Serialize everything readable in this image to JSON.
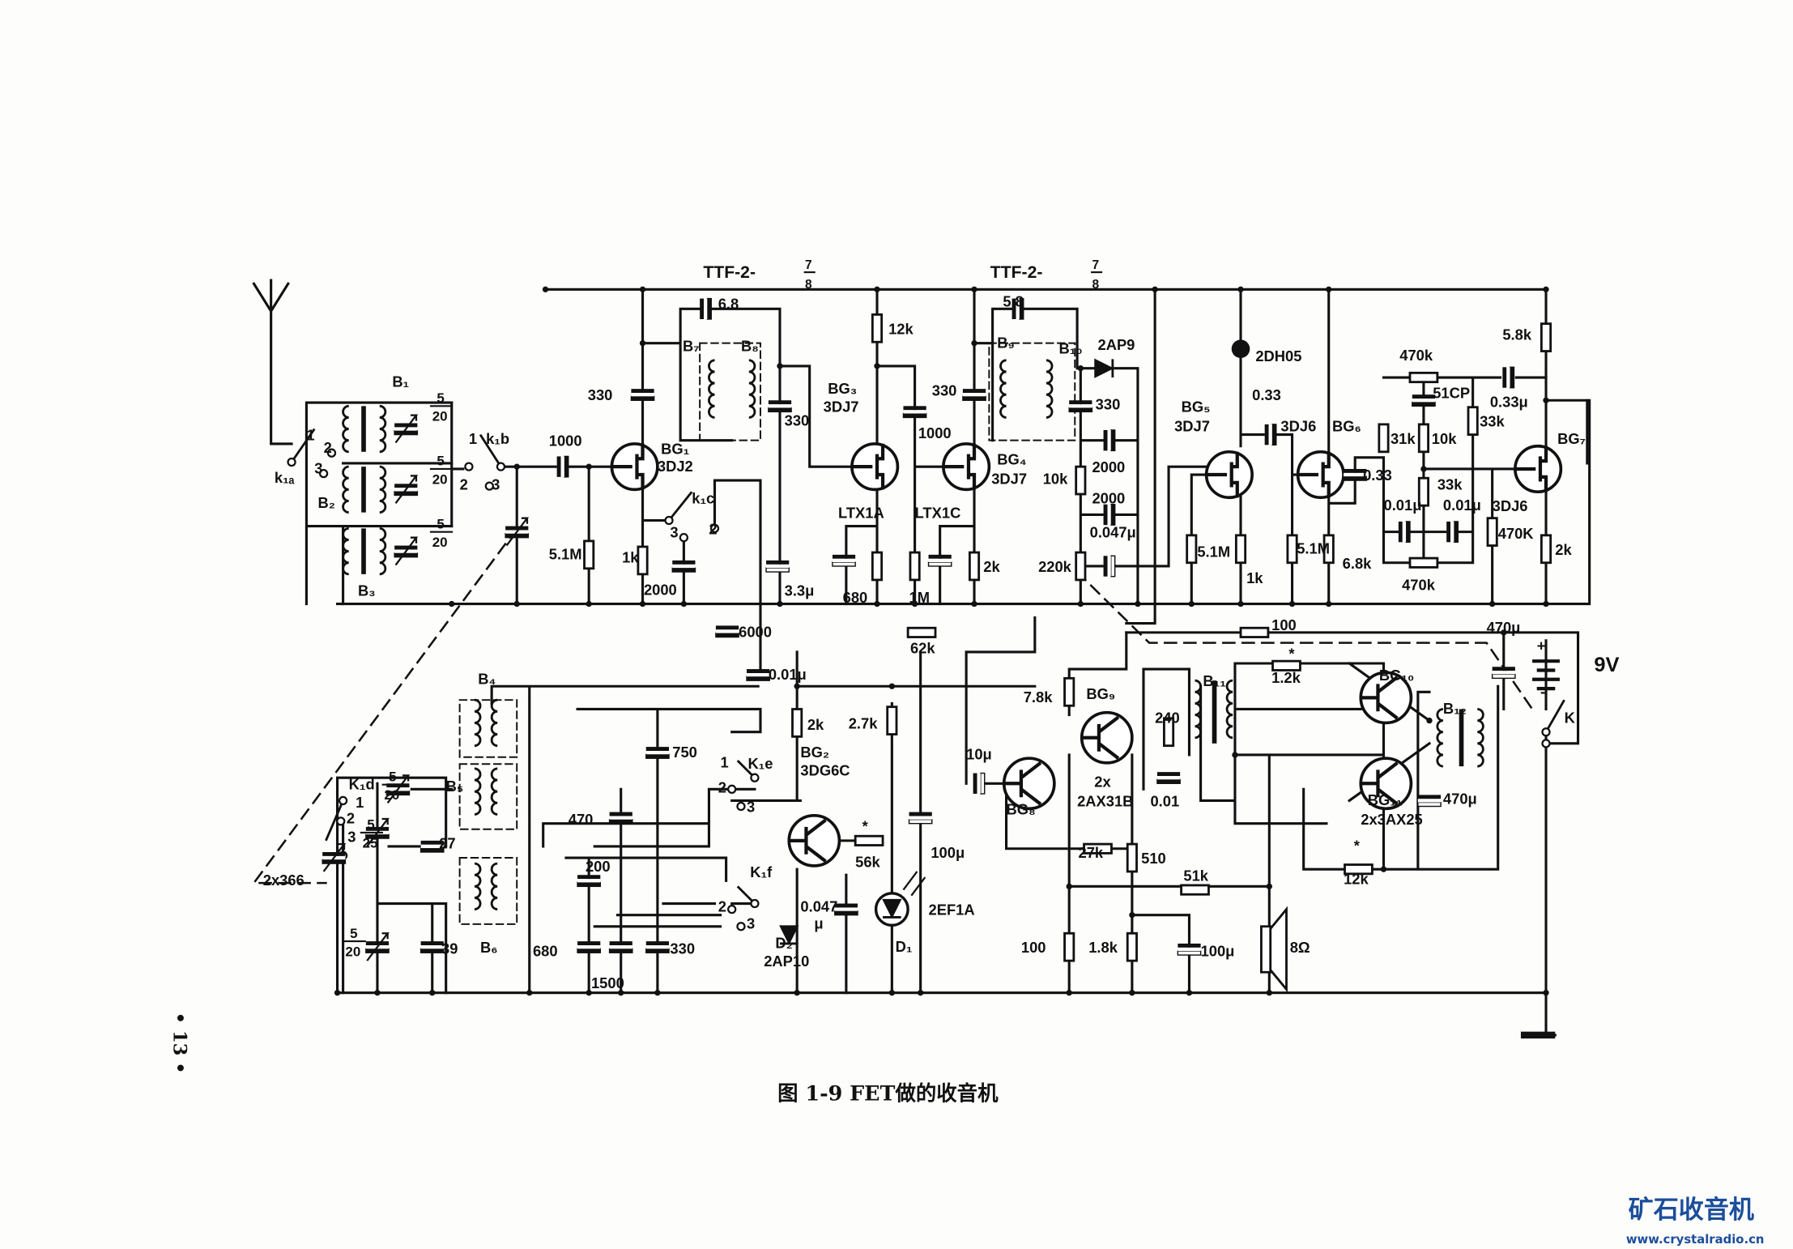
{
  "title": {
    "ttf_prefix_1": "TTF-2-",
    "ttf_num_1": "7",
    "ttf_den_1": "8",
    "ttf_prefix_2": "TTF-2-",
    "ttf_num_2": "7",
    "ttf_den_2": "8"
  },
  "caption": "图 1-9  FET做的收音机",
  "page_number": "• 13 •",
  "watermark": {
    "name": "矿石收音机",
    "url": "www.crystalradio.cn"
  },
  "fractions": [
    {
      "num": "5",
      "den": "20"
    },
    {
      "num": "5",
      "den": "20"
    },
    {
      "num": "5",
      "den": "20"
    },
    {
      "num": "5",
      "den": "20"
    },
    {
      "num": "5",
      "den": "25"
    },
    {
      "num": "5",
      "den": "20"
    }
  ],
  "labels": {
    "b1": "B₁",
    "b2": "B₂",
    "b3": "B₃",
    "k1a": "k₁ₐ",
    "k1a_1": "1",
    "k1a_2": "2",
    "k1a_3": "3",
    "k1b": "k₁b",
    "k1b_1": "1",
    "k1b_2": "2",
    "k1b_3": "3",
    "c1000a": "1000",
    "c330a": "330",
    "bg1": "BG₁",
    "bg1t": "3DJ2",
    "c68": "6.8",
    "b7": "B₇",
    "b8": "B₈",
    "c330b": "330",
    "r12k": "12k",
    "bg3": "BG₃",
    "bg3t": "3DJ7",
    "c1000b": "1000",
    "c330c": "330",
    "bg4": "BG₄",
    "bg4t": "3DJ7",
    "c58": "5.8",
    "b9": "B₉",
    "b10": "B₁₀",
    "d2ap9": "2AP9",
    "c330d": "330",
    "r10k": "10k",
    "c2000a": "2000",
    "c2000b": "2000",
    "c0047": "0.047μ",
    "r220k": "220k",
    "k1c": "k₁c",
    "k1c_3": "3",
    "k1c_2": "2",
    "r51m": "5.1M",
    "r1k": "1k",
    "c2000c": "2000",
    "c33u": "3.3μ",
    "ltx1a": "LTX1A",
    "r680": "680",
    "ltx1c": "LTX1C",
    "r1m": "1M",
    "r2k": "2k",
    "c6000": "6000",
    "r62k": "62k",
    "dh05": "2DH05",
    "bg5": "BG₅",
    "bg5t": "3DJ7",
    "c033a": "0.33",
    "bg6t": "3DJ6",
    "bg6": "BG₆",
    "c033b": "0.33",
    "r51m2": "5.1M",
    "r1k2": "1k",
    "r51m3": "5.1M",
    "r68k": "6.8k",
    "r470k_a": "470k",
    "c51": "51CP",
    "c033u": "0.33μ",
    "r31k": "31k",
    "r10k2": "10k",
    "r33k_a": "33k",
    "bg7": "BG₇",
    "r33k_b": "33k",
    "c001a": "0.01μ",
    "c001b": "0.01μ",
    "bg7t": "3DJ6",
    "r470k_b": "470k",
    "r470k_c": "470K",
    "r2k2": "2k",
    "r58k": "5.8k",
    "r100a": "100",
    "c470u": "470μ",
    "v9": "9V",
    "plus": "+",
    "minus": "-",
    "ksw": "K",
    "star1": "*",
    "r12k_a": "1.2k",
    "bg10": "BG₁₀",
    "b11": "B₁₁",
    "r240": "240",
    "c001": "0.01",
    "b12": "B₁₂",
    "bg11": "BG₁₁",
    "bg11t": "2x3AX25",
    "c470u2": "470μ",
    "star2": "*",
    "r12k_b": "12k",
    "r78k": "7.8k",
    "bg9": "BG₉",
    "bg9t1": "2x",
    "bg9t2": "2AX31B",
    "bg8": "BG₈",
    "c10u": "10μ",
    "r27k": "27k",
    "r510": "510",
    "r51k": "51k",
    "r100b": "100",
    "r18k": "1.8k",
    "c100u": "100μ",
    "spk": "8Ω",
    "b4": "B₄",
    "b5": "B₅",
    "b6": "B₆",
    "k1d": "K₁d",
    "k1d_1": "1",
    "k1d_2": "2",
    "k1d_3": "3",
    "gang": "2x366",
    "c27": "27",
    "c39": "39",
    "c680": "680",
    "c200": "200",
    "c470": "470",
    "c750": "750",
    "c1500": "1500",
    "c330e": "330",
    "c001u": "0.01μ",
    "r2k3": "2k",
    "k1e": "K₁e",
    "k1e_1": "1",
    "k1e_2": "2",
    "k1e_3": "3",
    "bg2": "BG₂",
    "bg2t": "3DG6C",
    "star3": "*",
    "r56k": "56k",
    "k1f": "K₁f",
    "k1f_2": "2",
    "k1f_3": "3",
    "c0047u": "0.047",
    "c0047u_mu": "μ",
    "d2": "D₂",
    "d2t": "2AP10",
    "r27k2": "2.7k",
    "c100u2": "100μ",
    "d1": "D₁",
    "ef1a": "2EF1A"
  },
  "colors": {
    "ink": "#111111",
    "paper": "#fdfdfc",
    "watermark": "#1b4e9b"
  }
}
